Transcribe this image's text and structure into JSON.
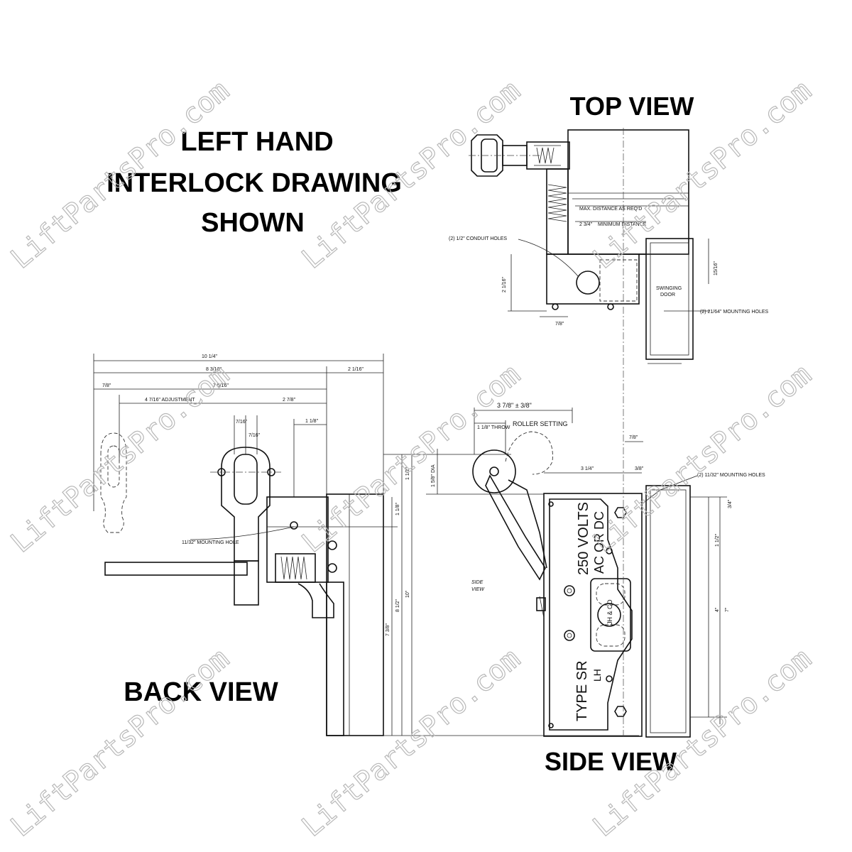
{
  "headings": {
    "title_line1": "LEFT HAND",
    "title_line2": "INTERLOCK DRAWING",
    "title_line3": "SHOWN",
    "top_view": "TOP VIEW",
    "back_view": "BACK VIEW",
    "side_view": "SIDE VIEW"
  },
  "top_view_labels": {
    "max_distance": "MAX. DISTANCE AS REQ'D",
    "minimum_distance": "MINIMUM DISTANCE",
    "min_dim": "2 3/4\"",
    "conduit_holes": "(2) 1/2\" CONDUIT HOLES",
    "swinging_door": "SWINGING",
    "swinging_door2": "DOOR",
    "mounting_holes": "(2) 21/64\" MOUNTING HOLES",
    "dim_2_1_16": "2 1/16\"",
    "dim_7_8": "7/8\"",
    "dim_15_16": "15/16\""
  },
  "back_view_labels": {
    "overall": "10 1/4\"",
    "dim_8_3_16": "8 3/16\"",
    "dim_2_1_16": "2 1/16\"",
    "dim_7_8": "7/8\"",
    "dim_7_5_16": "7 5/16\"",
    "adjustment": "4 7/16\" ADJUSTMENT",
    "dim_2_7_8": "2 7/8\"",
    "dim_7_16a": "7/16\"",
    "dim_7_16b": "7/16\"",
    "dim_1_1_8": "1 1/8\"",
    "mounting_hole": "11/32\" MOUNTING HOLE",
    "dim_1_1_2": "1 1/2\"",
    "dim_1_1_8b": "1 1/8\"",
    "dim_7_3_8": "7 3/8\"",
    "dim_8_1_2": "8 1/2\"",
    "dim_10": "10\""
  },
  "side_view_labels": {
    "roller_dim": "3 7/8\" ± 3/8\"",
    "throw": "1 1/8\" THROW",
    "roller_setting": "ROLLER SETTING",
    "dia": "1 5/8\" DIA",
    "side_view_small": "SIDE",
    "side_view_small2": "VIEW",
    "dim_3_1_4": "3 1/4\"",
    "dim_3_8": "3/8\"",
    "dim_7_8": "7/8\"",
    "mounting_holes": "(2) 11/32\" MOUNTING HOLES",
    "dim_3_4": "3/4\"",
    "dim_1_1_2": "1 1/2\"",
    "dim_4": "4\"",
    "dim_7": "7\""
  },
  "nameplate": {
    "voltage": "250 VOLTS",
    "current": "AC OR DC",
    "type": "TYPE SR",
    "hand": "LH",
    "logo": "JH & CO"
  },
  "watermark": {
    "text": "LiftPartsPro.com"
  }
}
